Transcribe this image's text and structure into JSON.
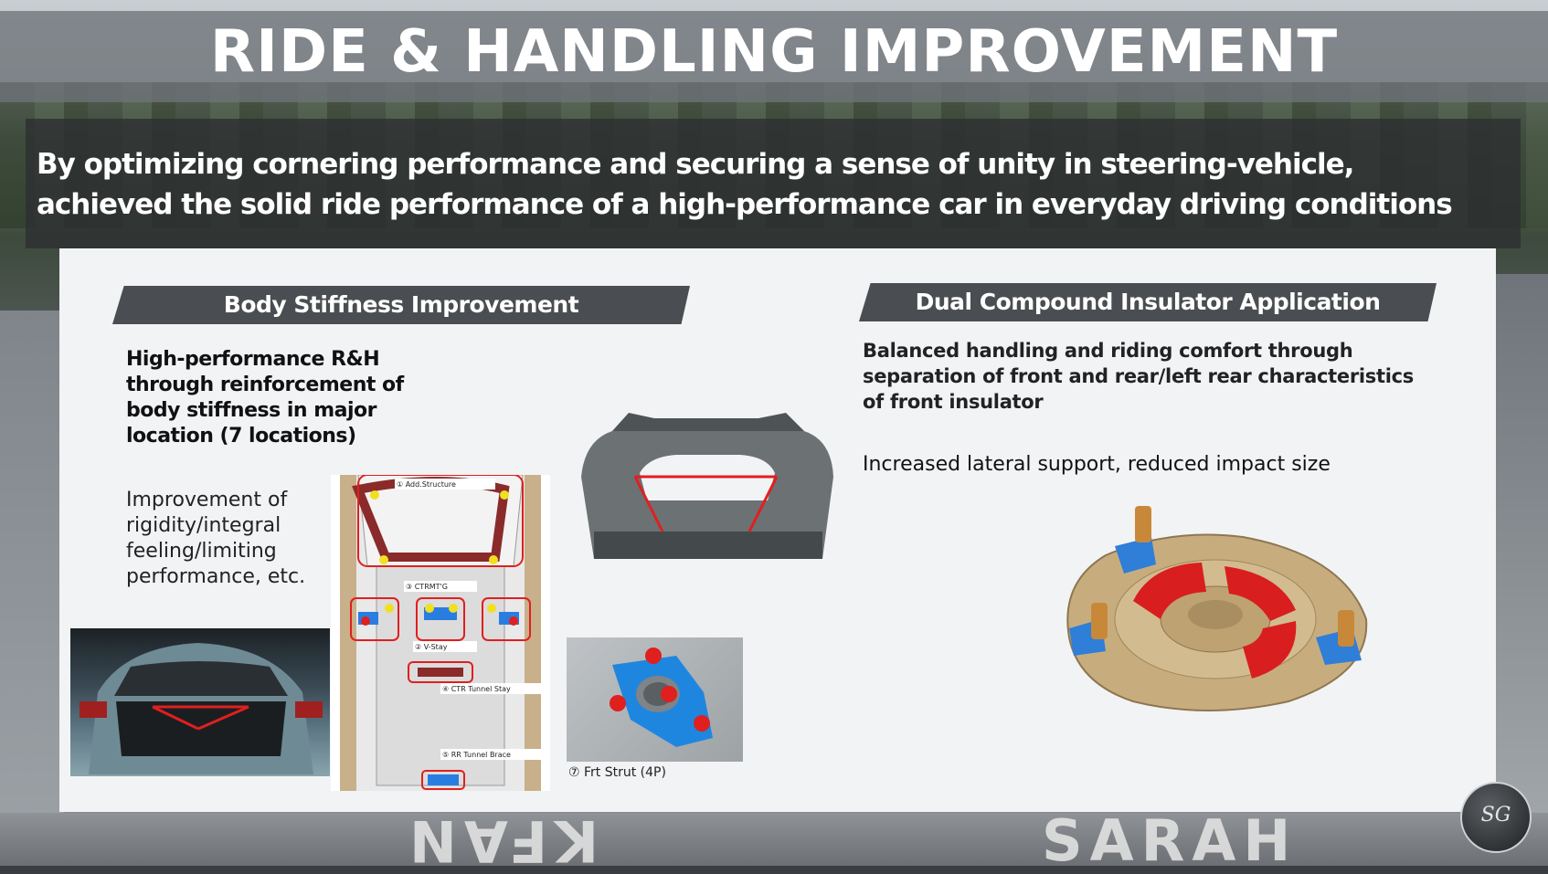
{
  "title": "RIDE &  HANDLING IMPROVEMENT",
  "subtitle": {
    "line1": "By optimizing cornering performance and securing a sense of unity in steering-vehicle,",
    "line2": "achieved the solid ride performance of a high-performance car in everyday driving conditions"
  },
  "left": {
    "heading": "Body Stiffness Improvement",
    "bold_lines": [
      "High-performance R&H",
      "through reinforcement of",
      "body stiffness in major",
      "location (7 locations)"
    ],
    "regular_lines": [
      "Improvement of",
      "rigidity/integral",
      "feeling/limiting",
      "performance, etc."
    ],
    "diagram_labels": {
      "add_structure": "① Add.Structure",
      "ctrmt": "③ CTRMT'G",
      "v_stay": "② V-Stay",
      "ctr_tunnel": "④ CTR Tunnel Stay",
      "rr_tunnel": "⑤ RR Tunnel Brace"
    },
    "strut_caption": "⑦ Frt Strut (4P)"
  },
  "right": {
    "heading": "Dual Compound Insulator Application",
    "lines": [
      "Balanced handling and riding comfort through",
      "separation of front and rear/left rear characteristics",
      "of front insulator"
    ],
    "line2": "Increased lateral support, reduced impact size"
  },
  "road_text_left": "KFAN",
  "road_text_right": "SARAH",
  "logo_text": "SG",
  "colors": {
    "accent_red": "#e01f1f",
    "band_gray": "#4a4d51",
    "panel": "#f2f3f5"
  }
}
